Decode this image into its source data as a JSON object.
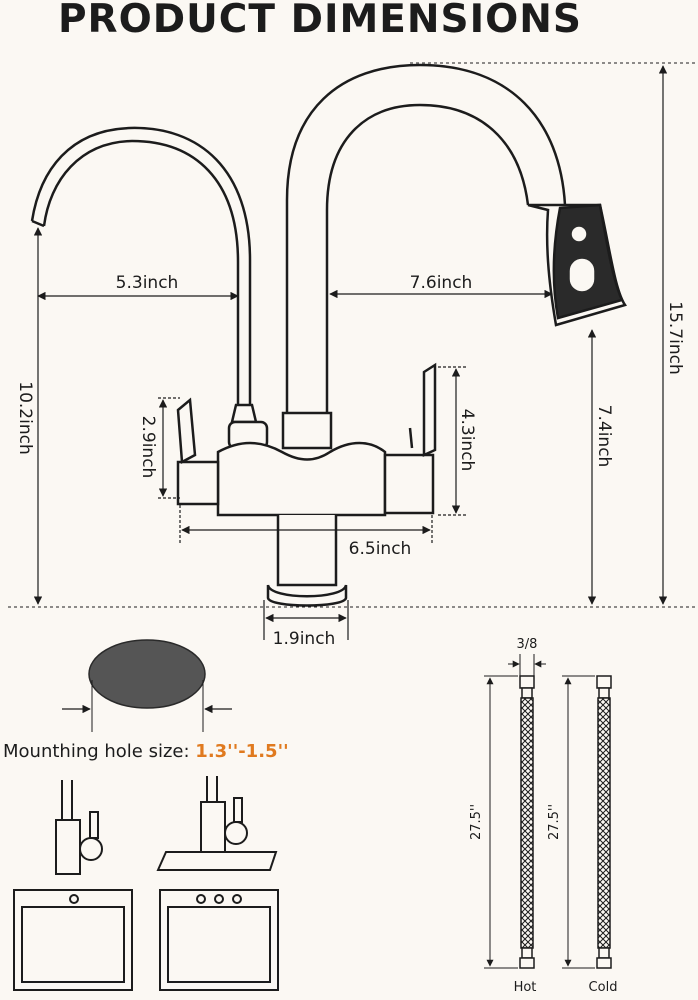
{
  "title": "PRODUCT DIMENSIONS",
  "dimensions": {
    "spout_small_reach": "5.3inch",
    "spout_large_reach": "7.6inch",
    "total_height": "15.7inch",
    "small_spout_height": "10.2inch",
    "spout_clearance": "7.4inch",
    "left_handle_height": "2.9inch",
    "right_handle_height": "4.3inch",
    "body_width": "6.5inch",
    "base_diameter": "1.9inch"
  },
  "mounting": {
    "label": "Mounthing hole size: ",
    "value": "1.3''-1.5''",
    "value_color": "#e07a1f"
  },
  "hoses": {
    "connector_size": "3/8",
    "hot_length": "27.5''",
    "cold_length": "27.5''",
    "hot_label": "Hot",
    "cold_label": "Cold"
  }
}
